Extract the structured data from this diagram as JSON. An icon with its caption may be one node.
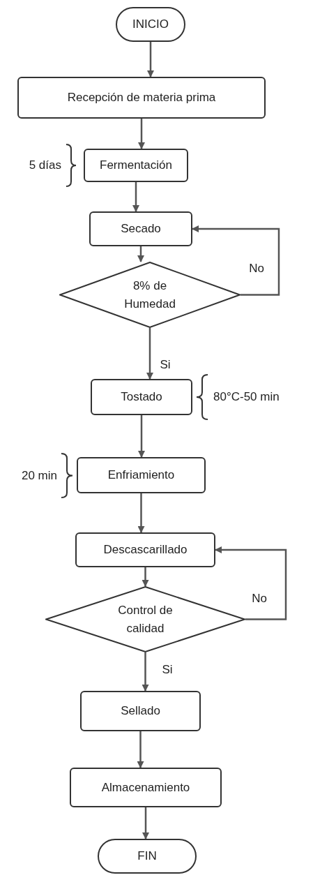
{
  "diagram": {
    "nodes": [
      {
        "text": [
          "INICIO"
        ]
      },
      {
        "text": [
          "Recepción de materia prima"
        ]
      },
      {
        "text": [
          "Fermentación"
        ],
        "beside": [
          "5 días"
        ]
      },
      {
        "text": [
          "Secado"
        ]
      },
      {
        "text": [
          "8% de Humedad"
        ]
      },
      {
        "text": [
          "Tostado"
        ],
        "beside": [
          "80°C-50 min"
        ]
      },
      {
        "text": [
          "Enfriamiento"
        ],
        "beside": [
          "20 min"
        ]
      },
      {
        "text": [
          "Descascarillado"
        ]
      },
      {
        "text": [
          "Control de calidad"
        ]
      },
      {
        "text": [
          "Sellado"
        ]
      },
      {
        "text": [
          "Almacenamiento"
        ]
      },
      {
        "text": [
          "FIN"
        ]
      }
    ],
    "edges": [
      {
        "from": 0,
        "to": 1,
        "arrow": "to"
      },
      {
        "from": 1,
        "to": 2,
        "arrow": "to"
      },
      {
        "from": 2,
        "to": 3,
        "arrow": "to"
      },
      {
        "from": 3,
        "to": 4,
        "arrow": "to"
      },
      {
        "from": 4,
        "to": 3,
        "arrow": "to",
        "label": "No"
      },
      {
        "from": 4,
        "to": 5,
        "arrow": "to",
        "label": "Si"
      },
      {
        "from": 5,
        "to": 6,
        "arrow": "to"
      },
      {
        "from": 6,
        "to": 7,
        "arrow": "to"
      },
      {
        "from": 7,
        "to": 8,
        "arrow": "to"
      },
      {
        "from": 8,
        "to": 7,
        "arrow": "to",
        "label": "No"
      },
      {
        "from": 8,
        "to": 9,
        "arrow": "to",
        "label": "Si"
      },
      {
        "from": 9,
        "to": 10,
        "arrow": "to"
      },
      {
        "from": 10,
        "to": 11,
        "arrow": "to"
      }
    ]
  }
}
